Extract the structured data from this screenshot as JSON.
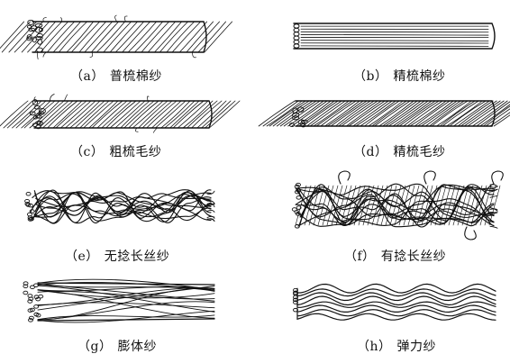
{
  "figure": {
    "panels": [
      {
        "id": "a",
        "label": "（a）",
        "name": "普梳棉纱",
        "style": "twisted"
      },
      {
        "id": "b",
        "label": "（b）",
        "name": "精梳棉纱",
        "style": "straight"
      },
      {
        "id": "c",
        "label": "（c）",
        "name": "粗梳毛纱",
        "style": "twisted"
      },
      {
        "id": "d",
        "label": "（d）",
        "name": "精梳毛纱",
        "style": "twisted-fine"
      },
      {
        "id": "e",
        "label": "（e）",
        "name": "无捻长丝纱",
        "style": "filament"
      },
      {
        "id": "f",
        "label": "（f）",
        "name": "有捻长丝纱",
        "style": "filament-twisted"
      },
      {
        "id": "g",
        "label": "（g）",
        "name": "膨体纱",
        "style": "bulky"
      },
      {
        "id": "h",
        "label": "（h）",
        "name": "弹力纱",
        "style": "wavy"
      }
    ]
  }
}
